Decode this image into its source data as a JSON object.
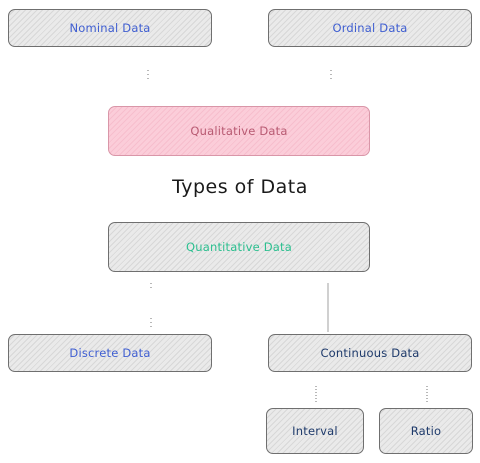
{
  "diagram": {
    "title": "Types of Data",
    "nodes": {
      "nominal": "Nominal Data",
      "ordinal": "Ordinal Data",
      "qualitative": "Qualitative Data",
      "quantitative": "Quantitative Data",
      "discrete": "Discrete Data",
      "continuous": "Continuous Data",
      "interval": "Interval",
      "ratio": "Ratio"
    },
    "colors": {
      "qualitative_fill": "#fbcdd9",
      "quantitative_text": "#2bbf8f",
      "label_blue": "#3f5ed1",
      "box_gray": "#eaeaea"
    }
  }
}
